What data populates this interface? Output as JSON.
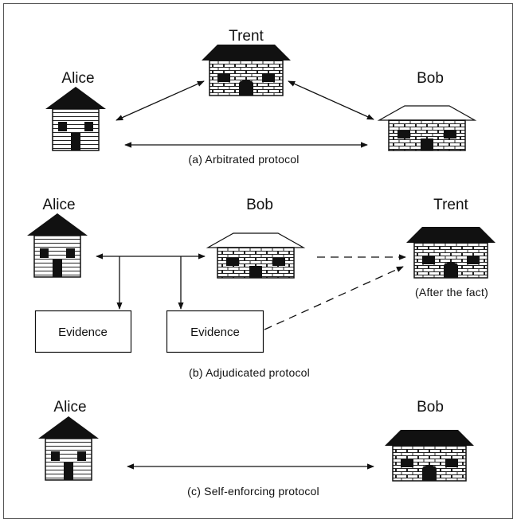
{
  "figure": {
    "panel_a": {
      "caption": "(a) Arbitrated protocol",
      "alice": "Alice",
      "trent": "Trent",
      "bob": "Bob"
    },
    "panel_b": {
      "caption": "(b) Adjudicated protocol",
      "alice": "Alice",
      "bob": "Bob",
      "trent": "Trent",
      "trent_note": "(After the fact)",
      "evidence_1": "Evidence",
      "evidence_2": "Evidence"
    },
    "panel_c": {
      "caption": "(c) Self-enforcing protocol",
      "alice": "Alice",
      "bob": "Bob"
    }
  },
  "colors": {
    "ink": "#111111",
    "paper": "#ffffff",
    "frame": "#555555"
  }
}
